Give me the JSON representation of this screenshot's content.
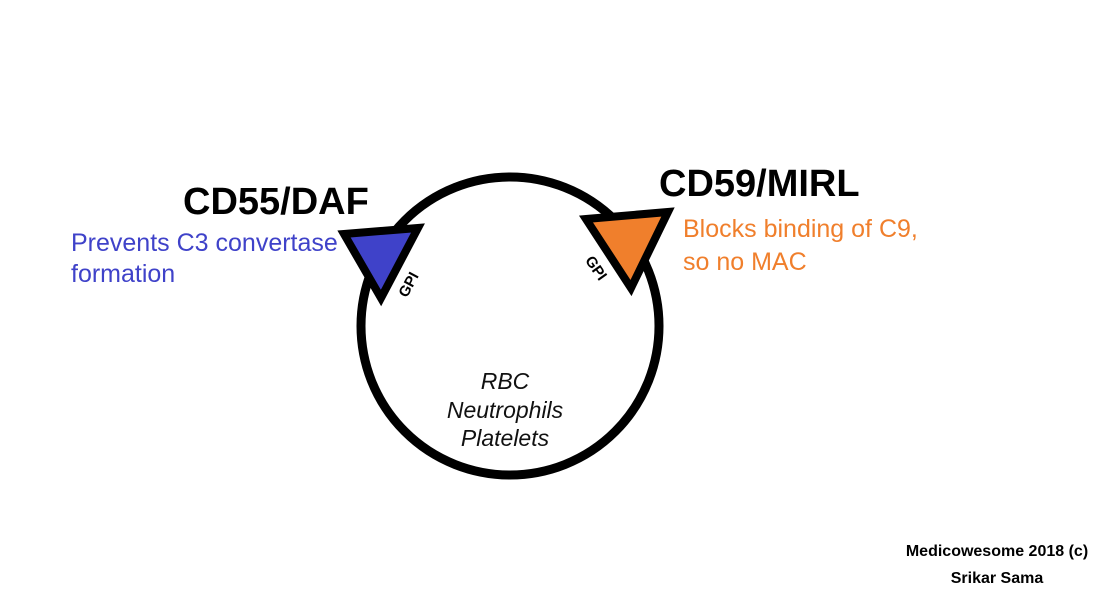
{
  "colors": {
    "daf": "#3f42c9",
    "mirl": "#f07f2c",
    "outline": "#000000"
  },
  "left_protein": {
    "name": "CD55/DAF",
    "description_lines": [
      "Prevents C3 convertase",
      "formation"
    ],
    "anchor": "GPI"
  },
  "right_protein": {
    "name": "CD59/MIRL",
    "description_lines": [
      "Blocks binding of C9,",
      "so no MAC"
    ],
    "anchor": "GPI"
  },
  "cell": {
    "lines": [
      "RBC",
      "Neutrophils",
      "Platelets"
    ]
  },
  "credit": {
    "lines": [
      "Medicowesome 2018 (c)",
      "Srikar Sama"
    ]
  }
}
